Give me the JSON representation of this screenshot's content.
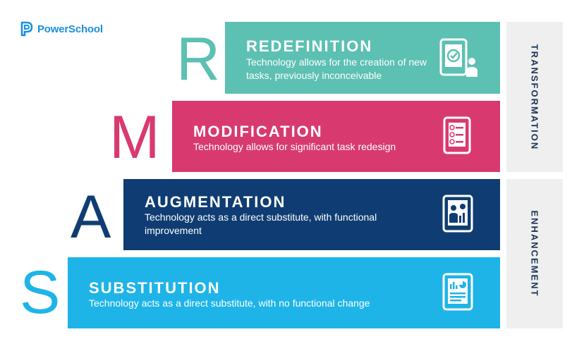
{
  "brand": {
    "name": "PowerSchool",
    "color": "#1d8fe0"
  },
  "levels": [
    {
      "letter": "R",
      "title": "REDEFINITION",
      "description": "Technology allows for the creation of new tasks, previously inconceivable",
      "color": "#5cc0b3",
      "icon": "tablet-checkmark-user-icon"
    },
    {
      "letter": "M",
      "title": "MODIFICATION",
      "description": "Technology allows for significant task redesign",
      "color": "#d83a6f",
      "icon": "tablet-checklist-icon"
    },
    {
      "letter": "A",
      "title": "AUGMENTATION",
      "description": "Technology acts as a direct substitute, with functional improvement",
      "color": "#0f3d73",
      "icon": "tablet-user-chart-icon"
    },
    {
      "letter": "S",
      "title": "SUBSTITUTION",
      "description": "Technology acts as a direct substitute, with no functional change",
      "color": "#1eb4e8",
      "icon": "tablet-document-chart-icon"
    }
  ],
  "categories": [
    {
      "label": "TRANSFORMATION",
      "color": "#1a3358"
    },
    {
      "label": "ENHANCEMENT",
      "color": "#1a3358"
    }
  ]
}
